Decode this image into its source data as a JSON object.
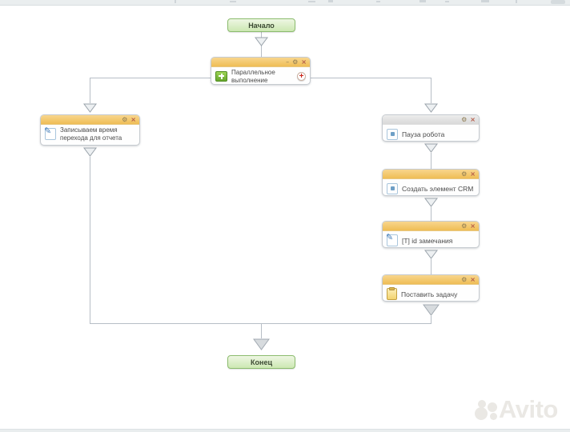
{
  "icons": {
    "minimize": "–",
    "settings": "⚙",
    "close": "×",
    "add": "+",
    "pencil": "✎"
  },
  "flow": {
    "start": "Начало",
    "end": "Конец",
    "blocks": {
      "parallel": {
        "line1": "Параллельное",
        "line2": "выполнение"
      },
      "record_time": {
        "line1": "Записываем время",
        "line2": "перехода для отчета"
      },
      "pause": {
        "title": "Пауза робота"
      },
      "create_crm": {
        "title": "Создать элемент CRM"
      },
      "remark_id": {
        "title": "[T] id замечания"
      },
      "create_task": {
        "title": "Поставить задачу"
      }
    }
  },
  "watermark": {
    "text": "Avito"
  },
  "colors": {
    "block_header_orange": "#f2c566",
    "block_header_gray": "#e3e3e3",
    "terminal_green": "#d5ebbd",
    "terminal_border": "#8cbc6e",
    "connector": "#b7bec6",
    "close_icon_red": "#b35947",
    "add_button_red": "#cc2a1e",
    "doc_icon_blue": "#3f7ab8",
    "parallel_icon_green": "#67a62c",
    "task_icon_yellow": "#f3d470"
  }
}
